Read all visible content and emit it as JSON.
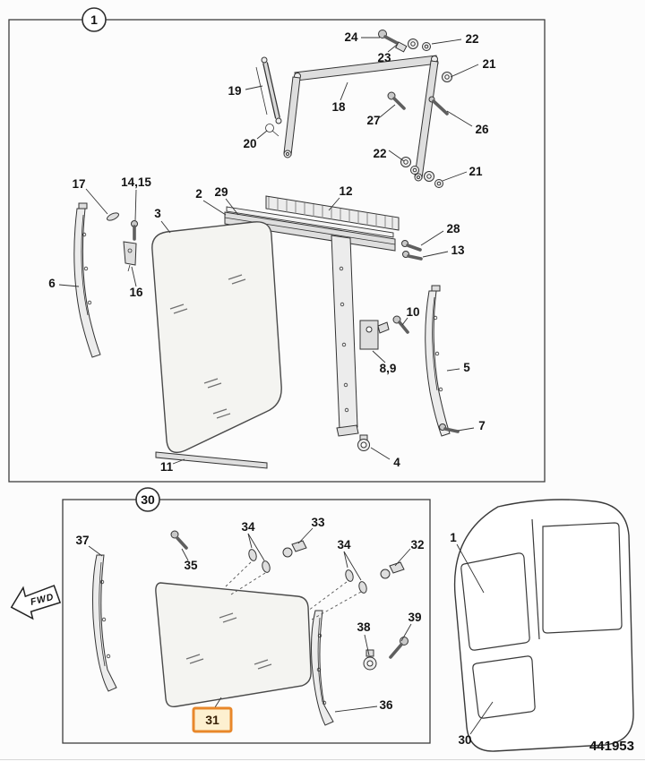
{
  "page": {
    "part_number": "441953",
    "fwd_label": "FWD",
    "highlight_color": "#e8872a",
    "highlight_fill": "#fdf0d0"
  },
  "upper_assembly": {
    "badge": "1",
    "labels": [
      "24",
      "23",
      "22",
      "21",
      "19",
      "18",
      "27",
      "26",
      "20",
      "22",
      "21",
      "17",
      "14,15",
      "2",
      "29",
      "12",
      "3",
      "28",
      "13",
      "6",
      "16",
      "10",
      "8,9",
      "5",
      "7",
      "11",
      "4"
    ]
  },
  "lower_assembly": {
    "badge": "30",
    "highlight_label": "31",
    "labels": [
      "37",
      "35",
      "34",
      "33",
      "34",
      "32",
      "38",
      "39",
      "36"
    ]
  },
  "cab_inset": {
    "upper_ref": "1",
    "lower_ref": "30"
  }
}
